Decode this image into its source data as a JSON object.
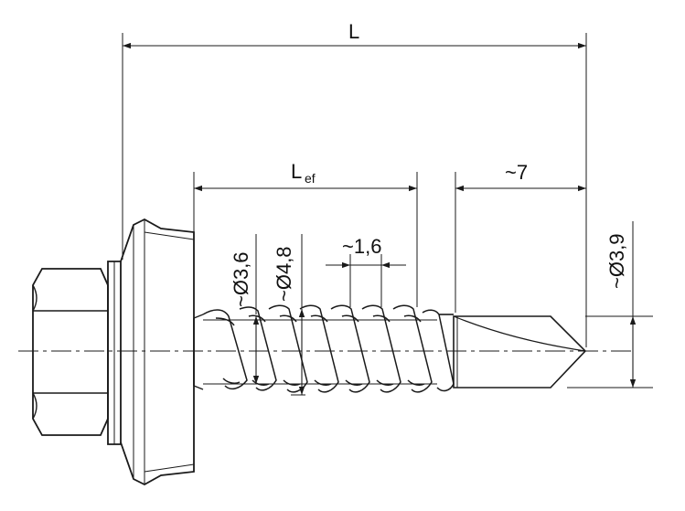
{
  "drawing": {
    "labels": {
      "total_length": "L",
      "effective_length_main": "L",
      "effective_length_sub": "ef",
      "drill_tip_length": "~7",
      "inner_thread_diameter": "~Ø3,6",
      "outer_thread_diameter": "~Ø4,8",
      "thread_pitch": "~1,6",
      "drill_diameter": "~Ø3,9"
    },
    "colors": {
      "line": "#1a1a1a",
      "background": "#ffffff"
    }
  }
}
